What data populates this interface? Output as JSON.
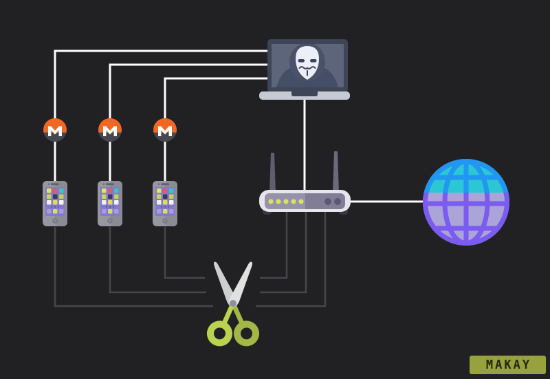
{
  "brand": {
    "label": "MAKAY",
    "badge_color": "#97a13d",
    "text_color": "#23270f"
  },
  "diagram": {
    "title_semantics": "hacker-laptop-mining-monero-via-phones-cut-from-router-by-scissors",
    "nodes": [
      {
        "id": "hacker-laptop",
        "icon": "hacker-laptop-icon",
        "description": "laptop with anonymous-mask hacker on screen"
      },
      {
        "id": "monero-1",
        "icon": "monero-icon"
      },
      {
        "id": "monero-2",
        "icon": "monero-icon"
      },
      {
        "id": "monero-3",
        "icon": "monero-icon"
      },
      {
        "id": "phone-1",
        "icon": "smartphone-icon"
      },
      {
        "id": "phone-2",
        "icon": "smartphone-icon"
      },
      {
        "id": "phone-3",
        "icon": "smartphone-icon"
      },
      {
        "id": "router",
        "icon": "wifi-router-icon",
        "led_count": 5,
        "antenna_count": 2
      },
      {
        "id": "internet-globe",
        "icon": "internet-globe-icon"
      },
      {
        "id": "scissors",
        "icon": "scissors-icon",
        "description": "scissors cutting the phone-to-router wires"
      }
    ],
    "connections": [
      {
        "from": "hacker-laptop",
        "to": "phone-1",
        "via": "monero-1",
        "style": "white-solid"
      },
      {
        "from": "hacker-laptop",
        "to": "phone-2",
        "via": "monero-2",
        "style": "white-solid"
      },
      {
        "from": "hacker-laptop",
        "to": "phone-3",
        "via": "monero-3",
        "style": "white-solid"
      },
      {
        "from": "hacker-laptop",
        "to": "router",
        "style": "white-solid"
      },
      {
        "from": "router",
        "to": "internet-globe",
        "style": "white-solid"
      },
      {
        "from": "phone-1",
        "to": "router",
        "style": "gray-dim",
        "state": "cut"
      },
      {
        "from": "phone-2",
        "to": "router",
        "style": "gray-dim",
        "state": "cut"
      },
      {
        "from": "phone-3",
        "to": "router",
        "style": "gray-dim",
        "state": "cut"
      }
    ],
    "colors": {
      "background": "#212124",
      "wire_active": "#ffffff",
      "wire_cut": "#46464b",
      "monero_orange": "#f26822",
      "monero_gray": "#47474f",
      "laptop_frame": "#3e4556",
      "laptop_screen": "#5c6579",
      "laptop_base": "#c6cbd3",
      "phone_body": "#9797a1",
      "phone_screen": "#8379cd",
      "router_shell": "#e6e5ec",
      "router_panel": "#817d97",
      "led_green": "#d9e45c",
      "globe_top_stroke": "#2196f3",
      "globe_top_fill": "#2cc7d4",
      "globe_bottom_stroke": "#7b5bf0",
      "globe_bottom_fill": "#aaa4d8",
      "scissors_blade": "#d8dad8",
      "scissors_handle_left": "#b9d250",
      "scissors_handle_right": "#a2b746"
    }
  }
}
